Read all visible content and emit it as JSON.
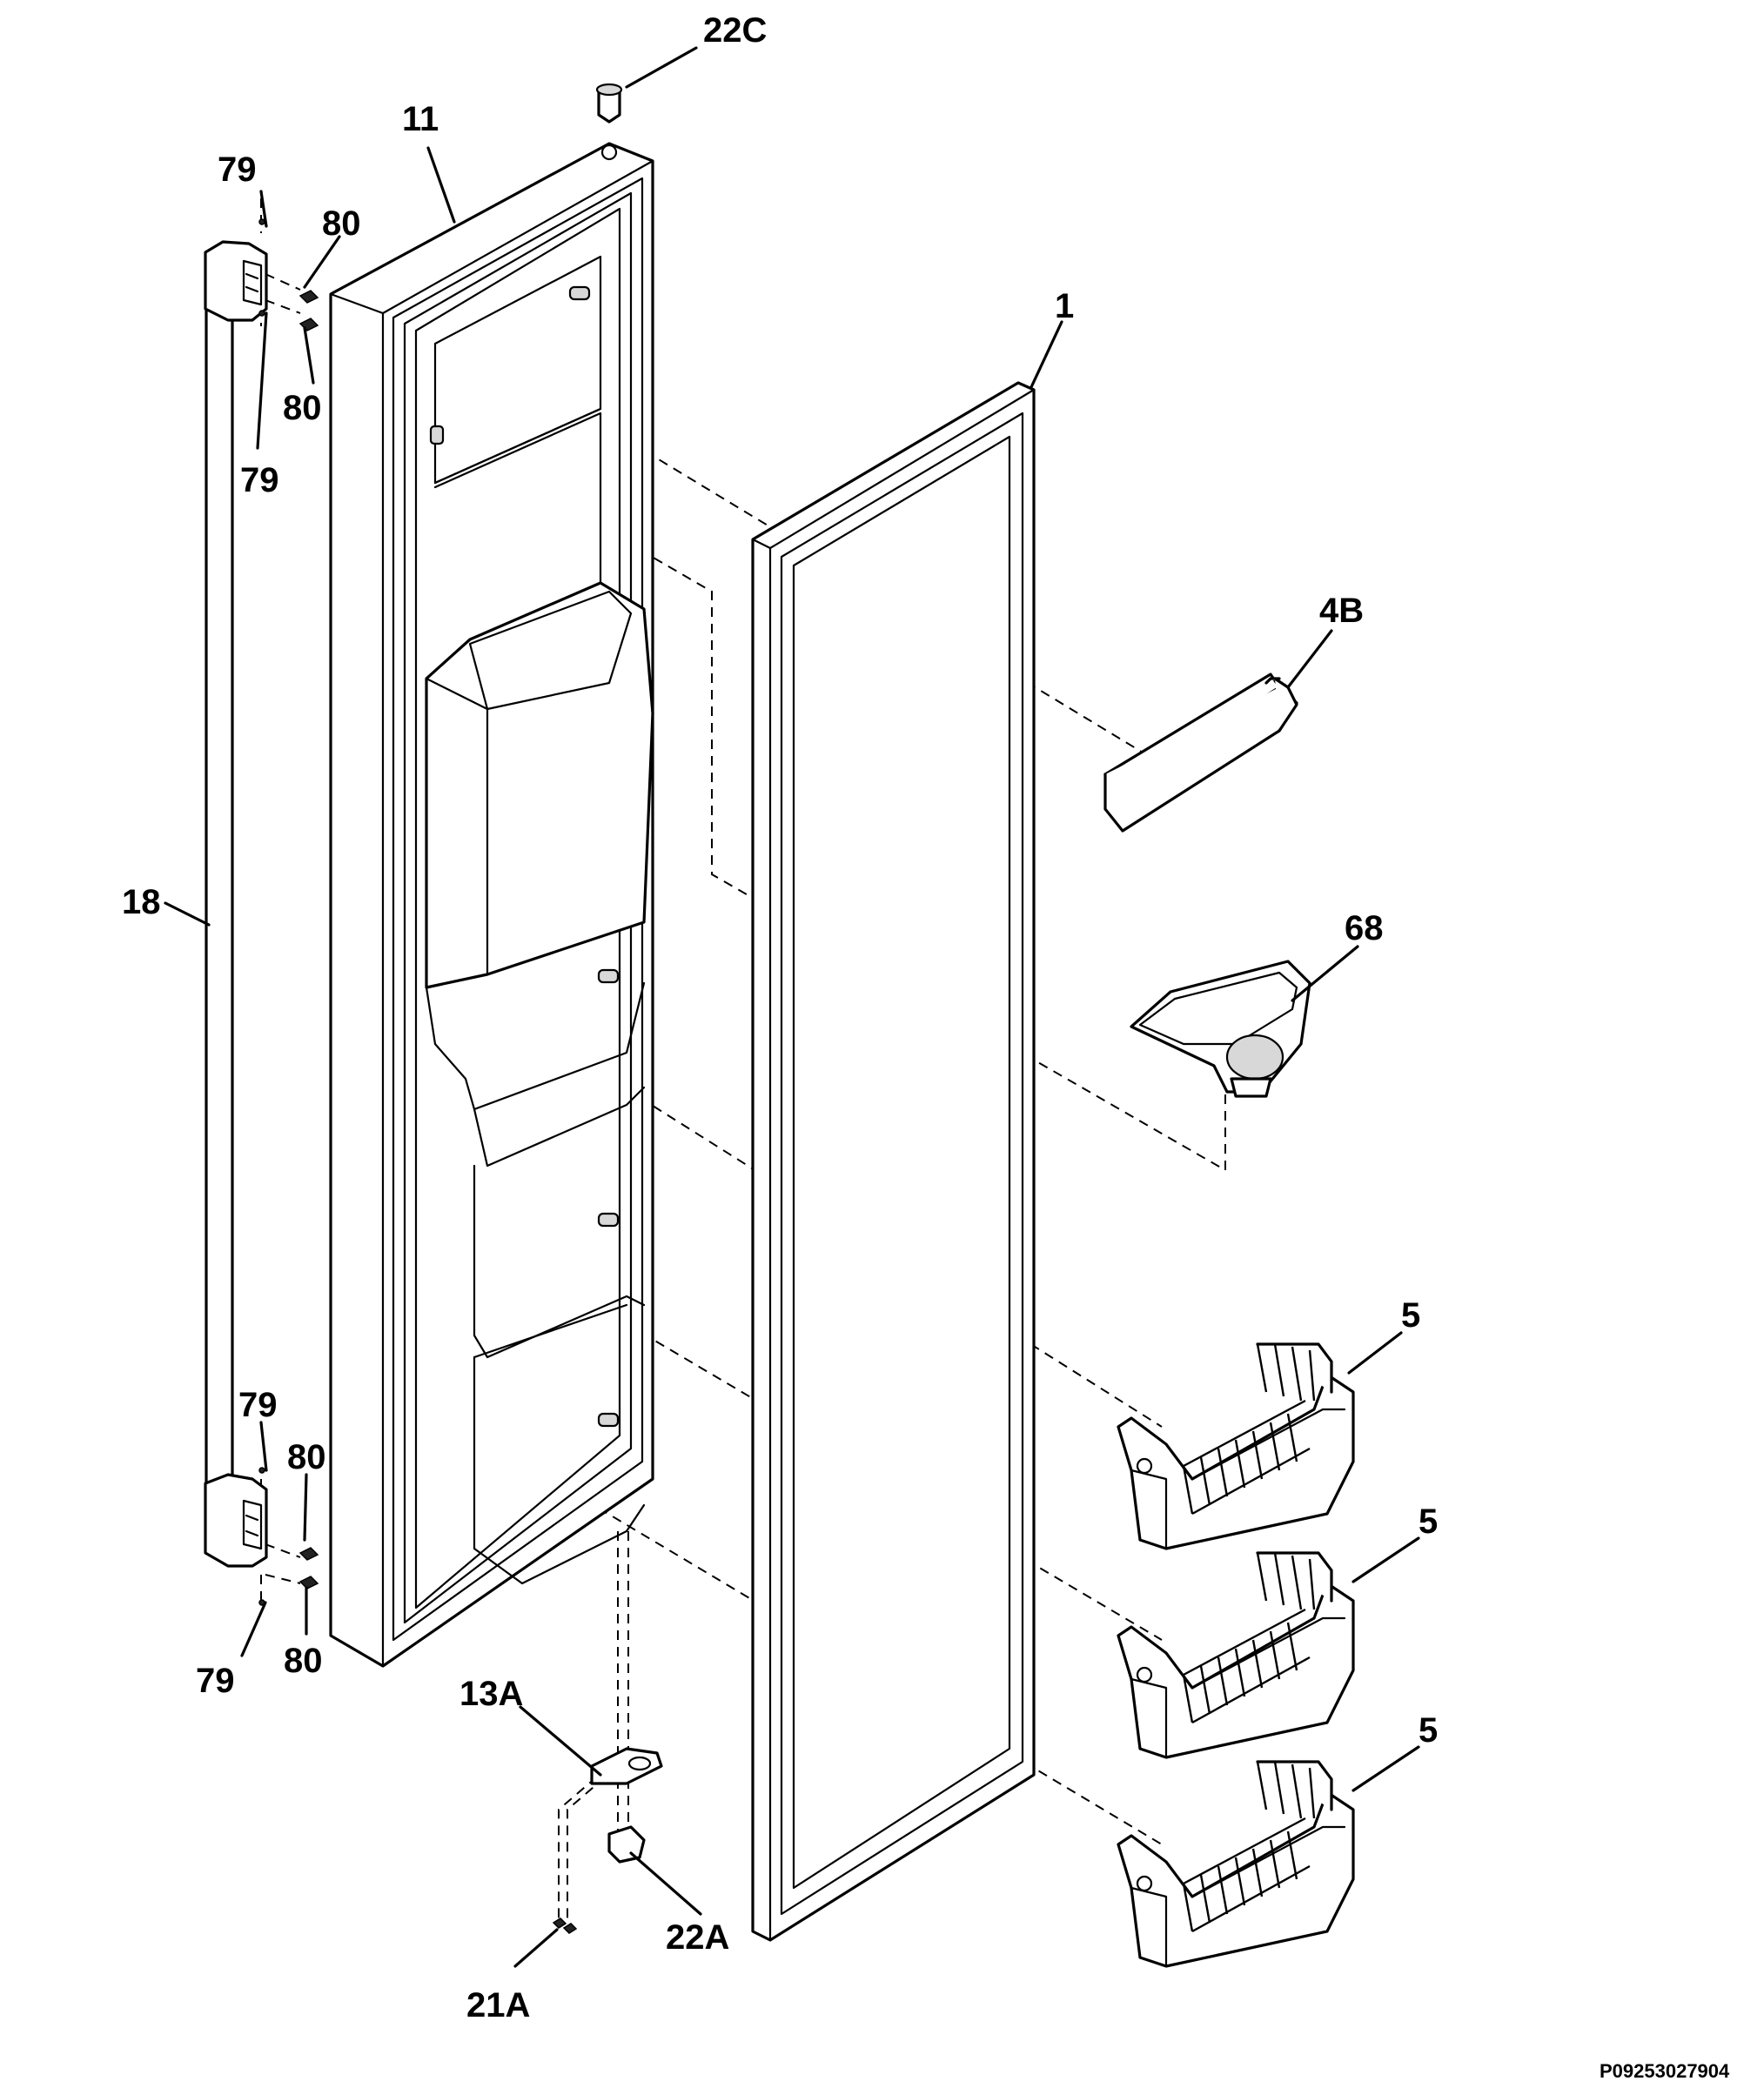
{
  "callouts": {
    "c22C": "22C",
    "c11": "11",
    "c79a": "79",
    "c80a": "80",
    "c80b": "80",
    "c79b": "79",
    "c1": "1",
    "c4B": "4B",
    "c18": "18",
    "c68": "68",
    "c5a": "5",
    "c5b": "5",
    "c5c": "5",
    "c79c": "79",
    "c80c": "80",
    "c79d": "79",
    "c80d": "80",
    "c13A": "13A",
    "c22A": "22A",
    "c21A": "21A"
  },
  "reference_code": "P09253027904"
}
